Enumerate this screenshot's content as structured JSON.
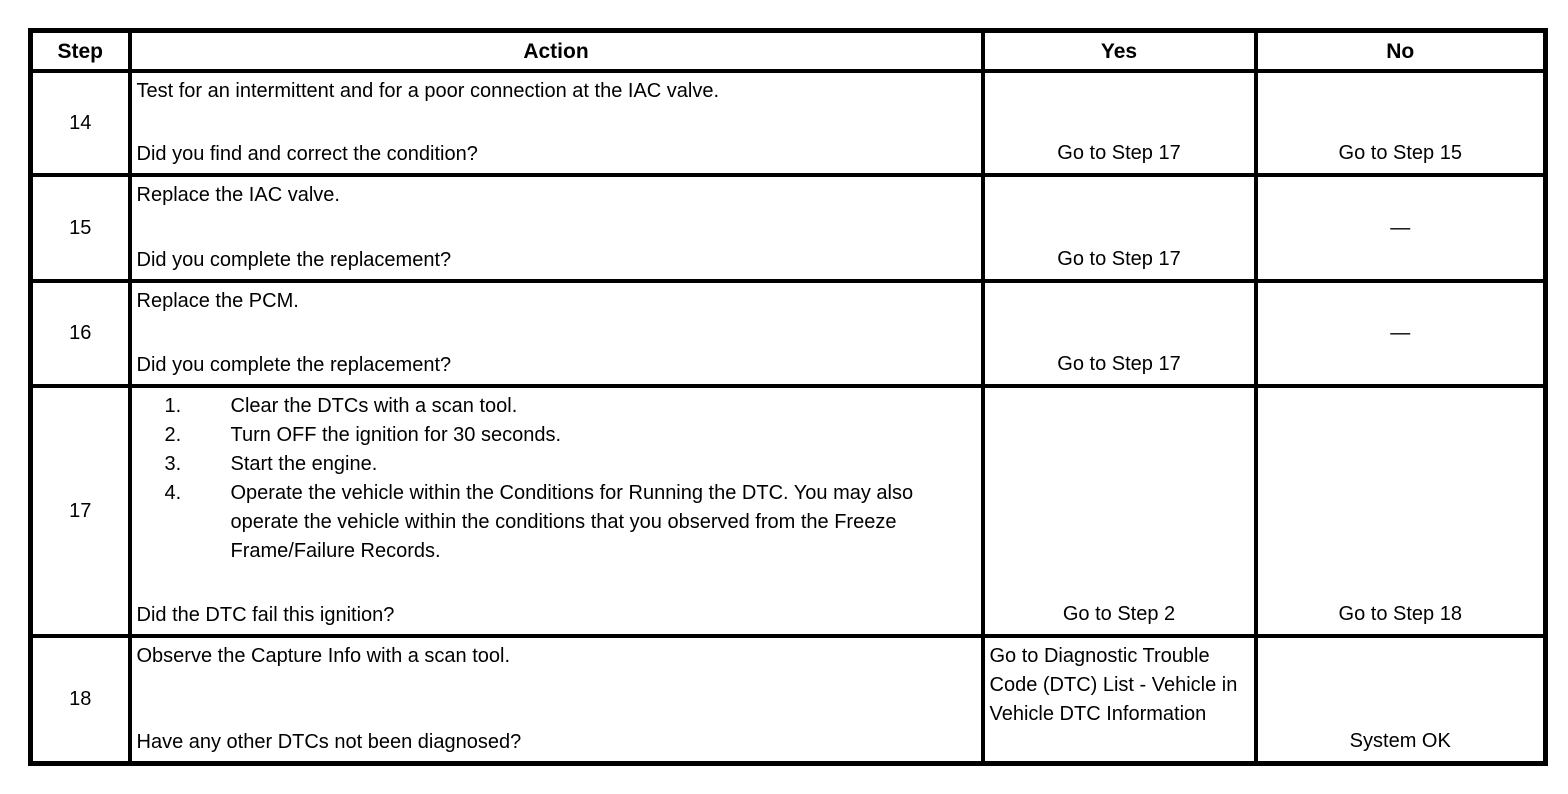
{
  "table": {
    "headers": {
      "step": "Step",
      "action": "Action",
      "yes": "Yes",
      "no": "No"
    },
    "rows": [
      {
        "step": "14",
        "action": "Test for an intermittent and for a poor connection at the IAC valve.",
        "question": "Did you find and correct the condition?",
        "yes": "Go to Step 17",
        "no": "Go to Step 15"
      },
      {
        "step": "15",
        "action": "Replace the IAC valve.",
        "question": "Did you complete the replacement?",
        "yes": "Go to Step 17",
        "no": "—"
      },
      {
        "step": "16",
        "action": "Replace the PCM.",
        "question": "Did you complete the replacement?",
        "yes": "Go to Step 17",
        "no": "—"
      },
      {
        "step": "17",
        "list_numbers": [
          "1.",
          "2.",
          "3.",
          "4."
        ],
        "list": [
          "Clear the DTCs with a scan tool.",
          "Turn OFF the ignition for 30 seconds.",
          "Start the engine.",
          "Operate the vehicle within the Conditions for Running the DTC. You may also operate the vehicle within the conditions that you observed from the Freeze Frame/Failure Records."
        ],
        "question": "Did the DTC fail this ignition?",
        "yes": "Go to Step 2",
        "no": "Go to Step 18"
      },
      {
        "step": "18",
        "action": "Observe the Capture Info with a scan tool.",
        "question": "Have any other DTCs not been diagnosed?",
        "yes": "Go to Diagnostic Trouble Code (DTC) List - Vehicle in Vehicle DTC Information",
        "no": "System OK"
      }
    ]
  }
}
